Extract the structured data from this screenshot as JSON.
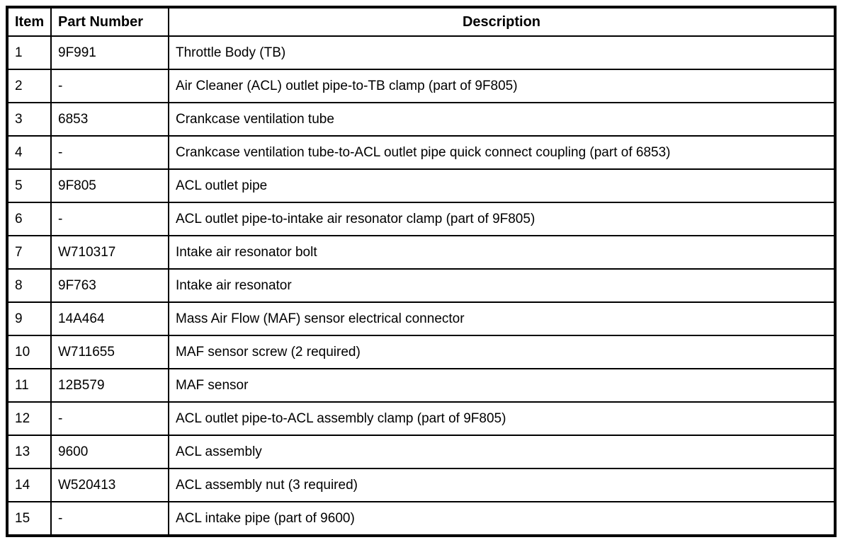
{
  "table": {
    "columns": [
      "Item",
      "Part Number",
      "Description"
    ],
    "rows": [
      {
        "item": "1",
        "part": "9F991",
        "desc": "Throttle Body (TB)"
      },
      {
        "item": "2",
        "part": "-",
        "desc": "Air Cleaner (ACL) outlet pipe-to-TB clamp (part of 9F805)"
      },
      {
        "item": "3",
        "part": "6853",
        "desc": "Crankcase ventilation tube"
      },
      {
        "item": "4",
        "part": "-",
        "desc": "Crankcase ventilation tube-to-ACL outlet pipe quick connect coupling (part of 6853)"
      },
      {
        "item": "5",
        "part": "9F805",
        "desc": "ACL outlet pipe"
      },
      {
        "item": "6",
        "part": "-",
        "desc": "ACL outlet pipe-to-intake air resonator clamp (part of 9F805)"
      },
      {
        "item": "7",
        "part": "W710317",
        "desc": "Intake air resonator bolt"
      },
      {
        "item": "8",
        "part": "9F763",
        "desc": "Intake air resonator"
      },
      {
        "item": "9",
        "part": "14A464",
        "desc": "Mass Air Flow (MAF) sensor electrical connector"
      },
      {
        "item": "10",
        "part": "W711655",
        "desc": "MAF sensor screw (2 required)"
      },
      {
        "item": "11",
        "part": "12B579",
        "desc": "MAF sensor"
      },
      {
        "item": "12",
        "part": "-",
        "desc": "ACL outlet pipe-to-ACL assembly clamp (part of 9F805)"
      },
      {
        "item": "13",
        "part": "9600",
        "desc": "ACL assembly"
      },
      {
        "item": "14",
        "part": "W520413",
        "desc": "ACL assembly nut (3 required)"
      },
      {
        "item": "15",
        "part": "-",
        "desc": "ACL intake pipe (part of 9600)"
      }
    ],
    "colors": {
      "border": "#000000",
      "background": "#ffffff",
      "text": "#000000"
    }
  }
}
